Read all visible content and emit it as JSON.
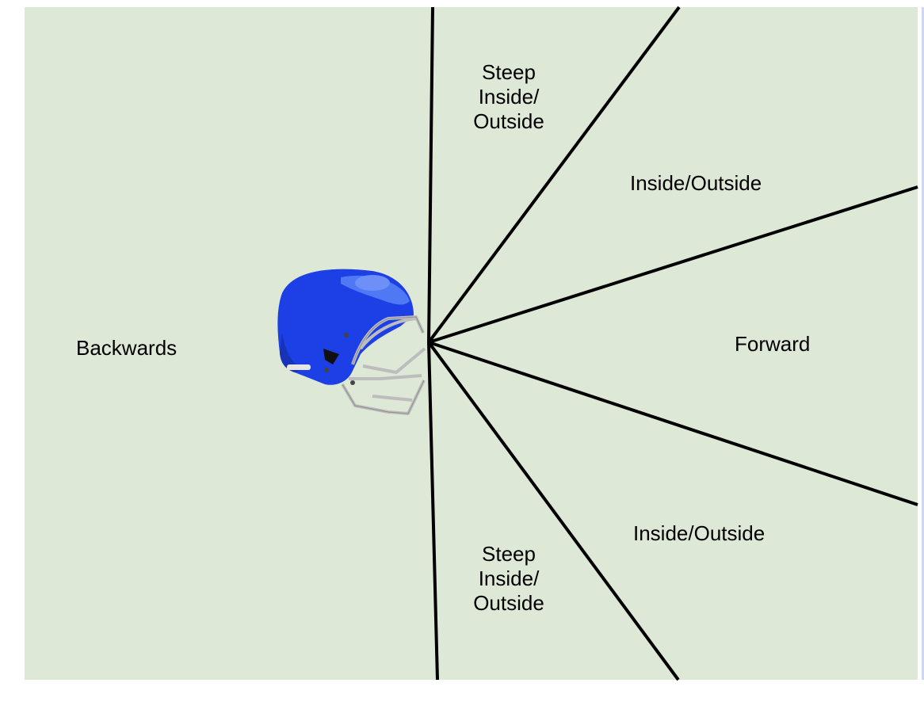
{
  "colors": {
    "background": "#dde8d6",
    "lines": "#000000",
    "helmet_shell": "#1c3fe6",
    "helmet_highlight": "#4f78f5",
    "facemask": "#c8c8c8"
  },
  "icons": {
    "helmet": "football-helmet-icon"
  },
  "regions": {
    "backwards": "Backwards",
    "forward": "Forward",
    "upper_inside_outside": "Inside/Outside",
    "lower_inside_outside": "Inside/Outside",
    "upper_steep": [
      "Steep",
      "Inside/",
      "Outside"
    ],
    "lower_steep": [
      "Steep",
      "Inside/",
      "Outside"
    ]
  }
}
